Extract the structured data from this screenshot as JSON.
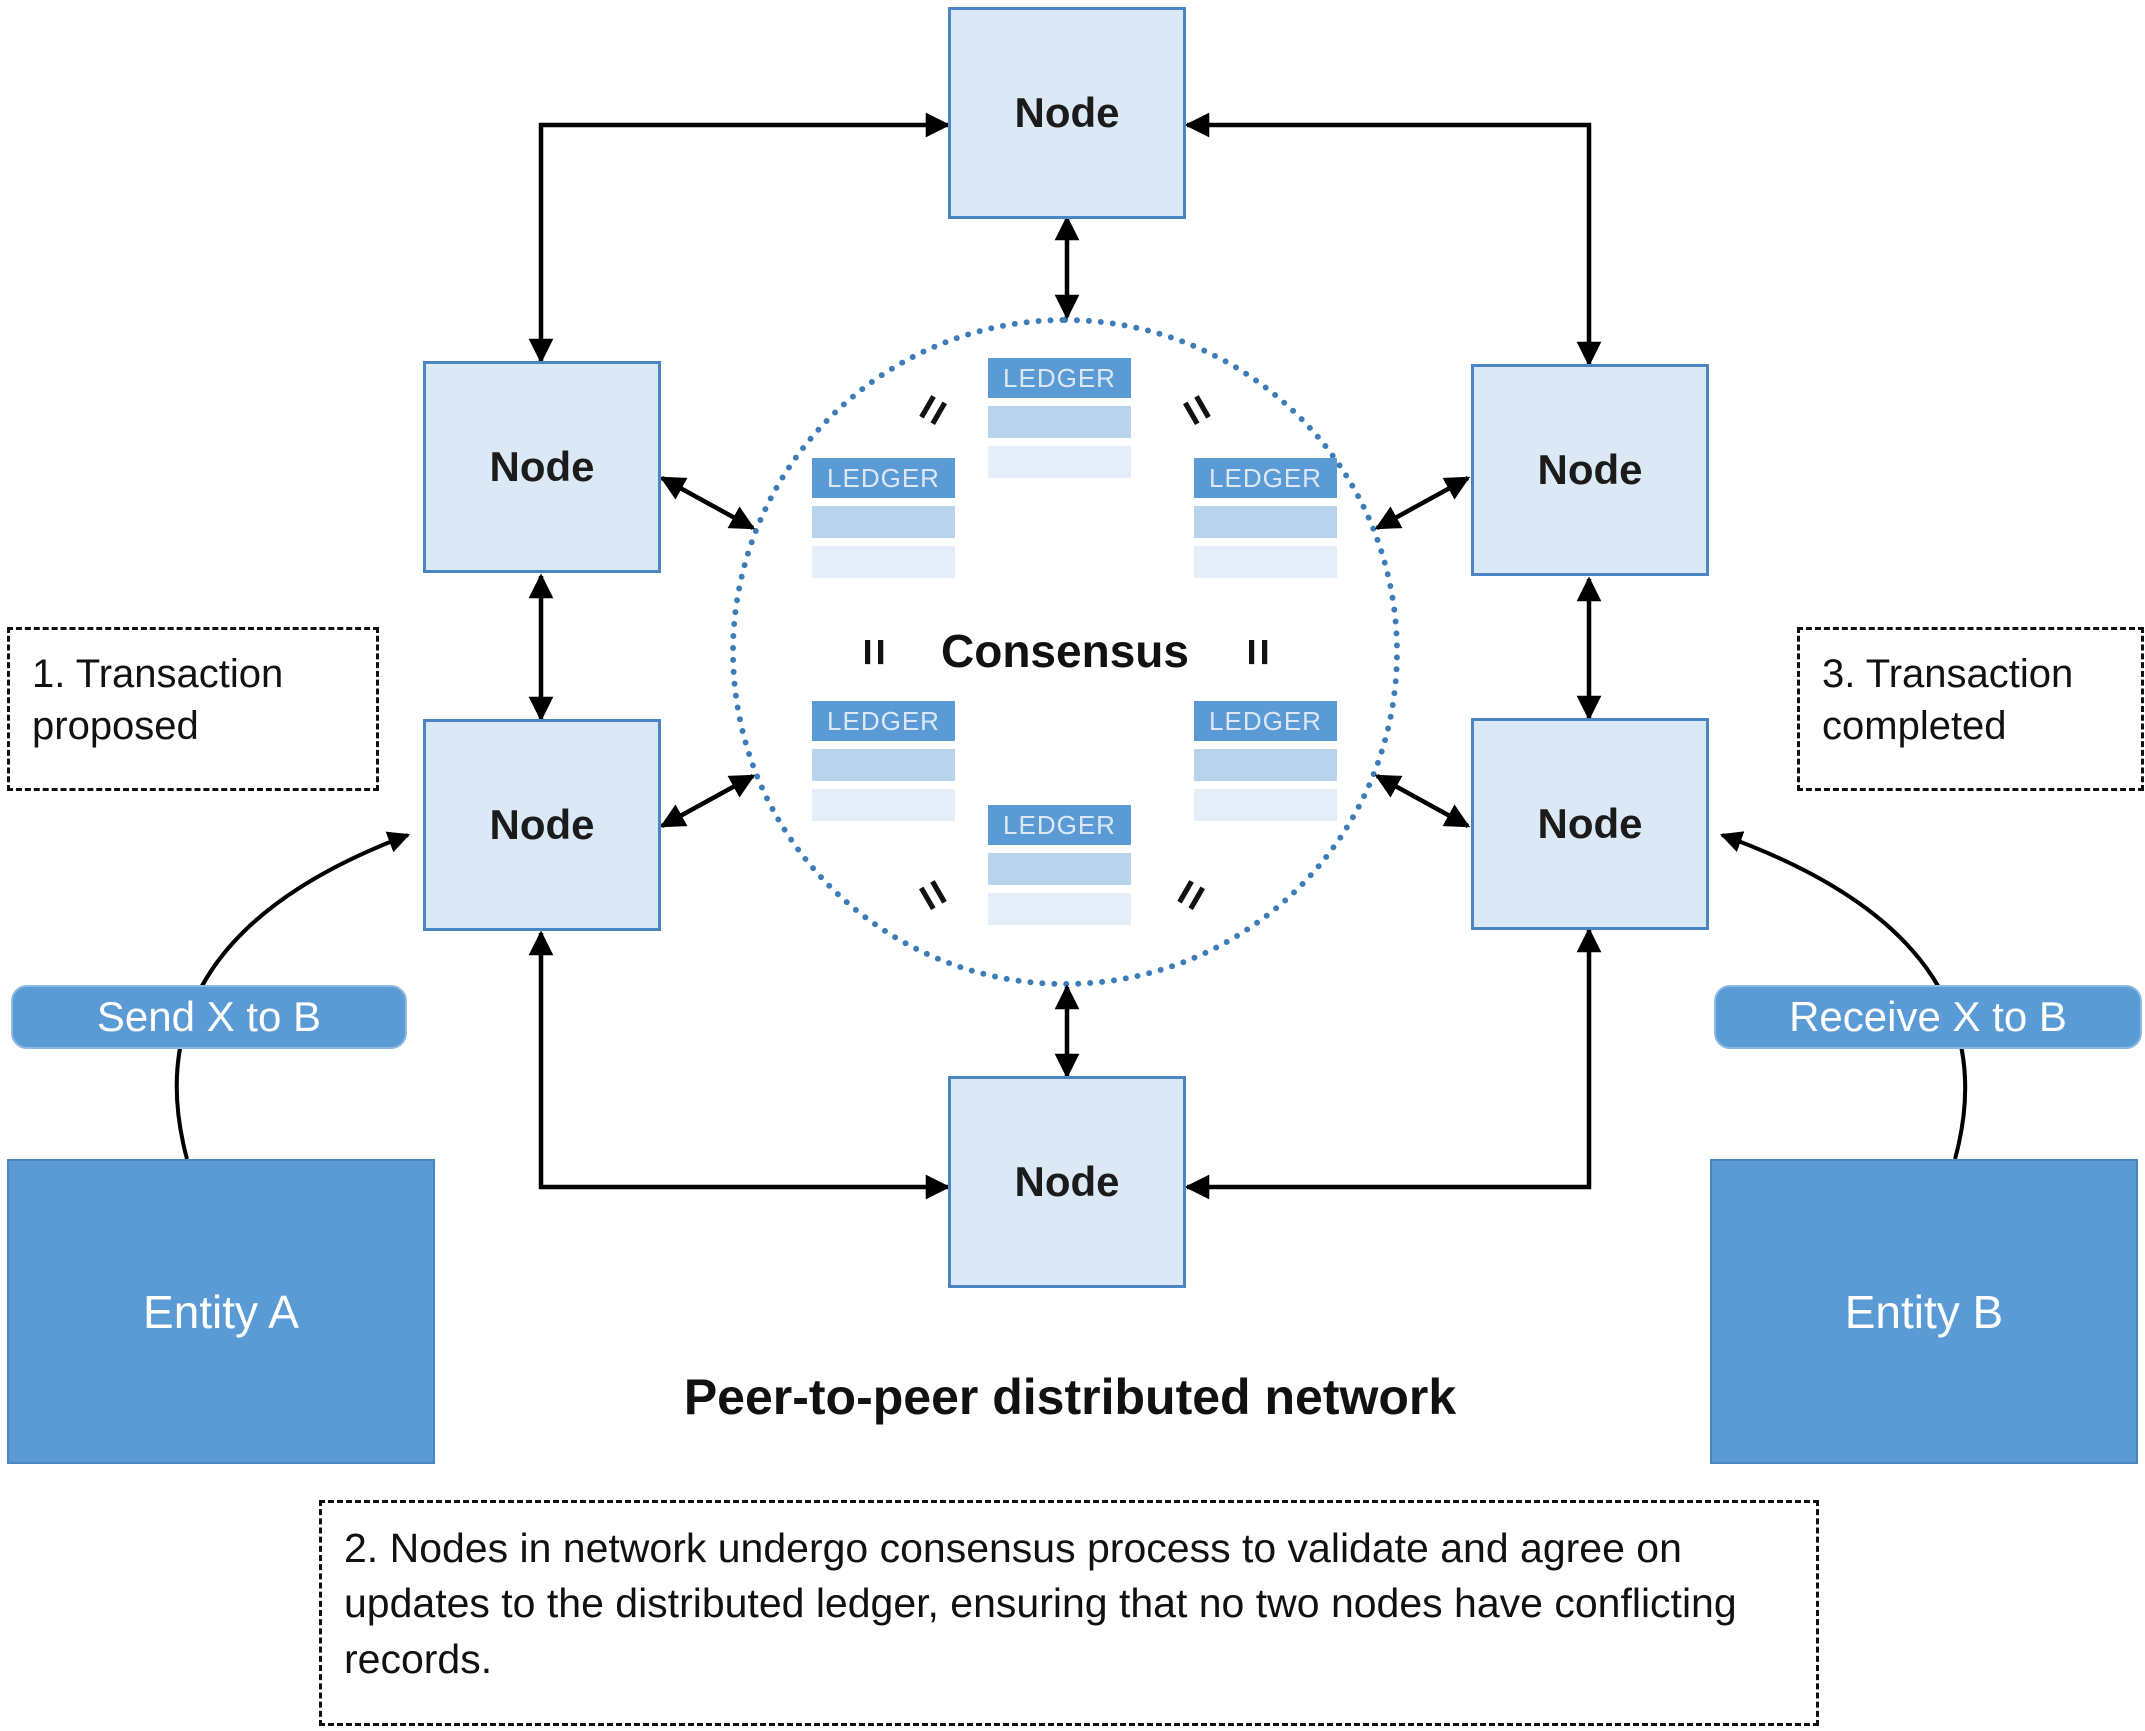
{
  "diagram": {
    "title": "Peer-to-peer distributed network",
    "nodes": [
      {
        "id": "node-top",
        "label": "Node"
      },
      {
        "id": "node-left-upper",
        "label": "Node"
      },
      {
        "id": "node-left-lower",
        "label": "Node"
      },
      {
        "id": "node-right-upper",
        "label": "Node"
      },
      {
        "id": "node-right-lower",
        "label": "Node"
      },
      {
        "id": "node-bottom",
        "label": "Node"
      }
    ],
    "consensus": {
      "label": "Consensus",
      "ledger_label": "LEDGER",
      "equals_mark": "="
    },
    "annotations": {
      "step1": "1. Transaction proposed",
      "step2": "2. Nodes in network undergo consensus process to validate and agree on updates to the distributed ledger, ensuring that no two nodes have conflicting records.",
      "step3": "3. Transaction completed"
    },
    "messages": {
      "send": "Send X to B",
      "receive": "Receive X to B"
    },
    "entities": {
      "a": "Entity A",
      "b": "Entity B"
    },
    "colors": {
      "node_fill": "#dbe9f6",
      "node_border": "#4a86c4",
      "entity_fill": "#5b9bd5",
      "pill_fill": "#5b9bd5",
      "ledger_header_fill": "#5b9bd5",
      "ledger_row_dark": "#b8d4ec",
      "ledger_row_light": "#e4eef8",
      "circle_dotted": "#3e7cb8",
      "arrow": "#000000",
      "text_on_blue": "#ffffff"
    }
  }
}
